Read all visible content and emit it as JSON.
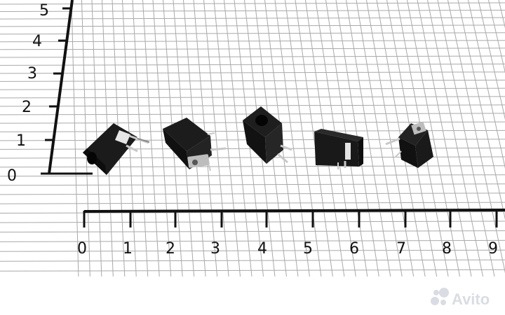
{
  "ruler": {
    "vertical_labels": [
      "0",
      "1",
      "2",
      "3",
      "4",
      "5"
    ],
    "horizontal_labels": [
      "0",
      "1",
      "2",
      "3",
      "4",
      "5",
      "6",
      "7",
      "8",
      "9"
    ]
  },
  "watermark": {
    "text": "Avito"
  },
  "colors": {
    "background": "#ffffff",
    "grid_line": "#a9a9a9",
    "ruler_ink": "#111111",
    "component_body": "#1b1b1b",
    "metal_pin": "#c8c8c8"
  },
  "icons": {
    "watermark": "avito-dots-icon"
  },
  "objects": [
    {
      "name": "dc-jack-1"
    },
    {
      "name": "dc-jack-2"
    },
    {
      "name": "dc-jack-3"
    },
    {
      "name": "dc-jack-4"
    },
    {
      "name": "dc-jack-5"
    }
  ]
}
